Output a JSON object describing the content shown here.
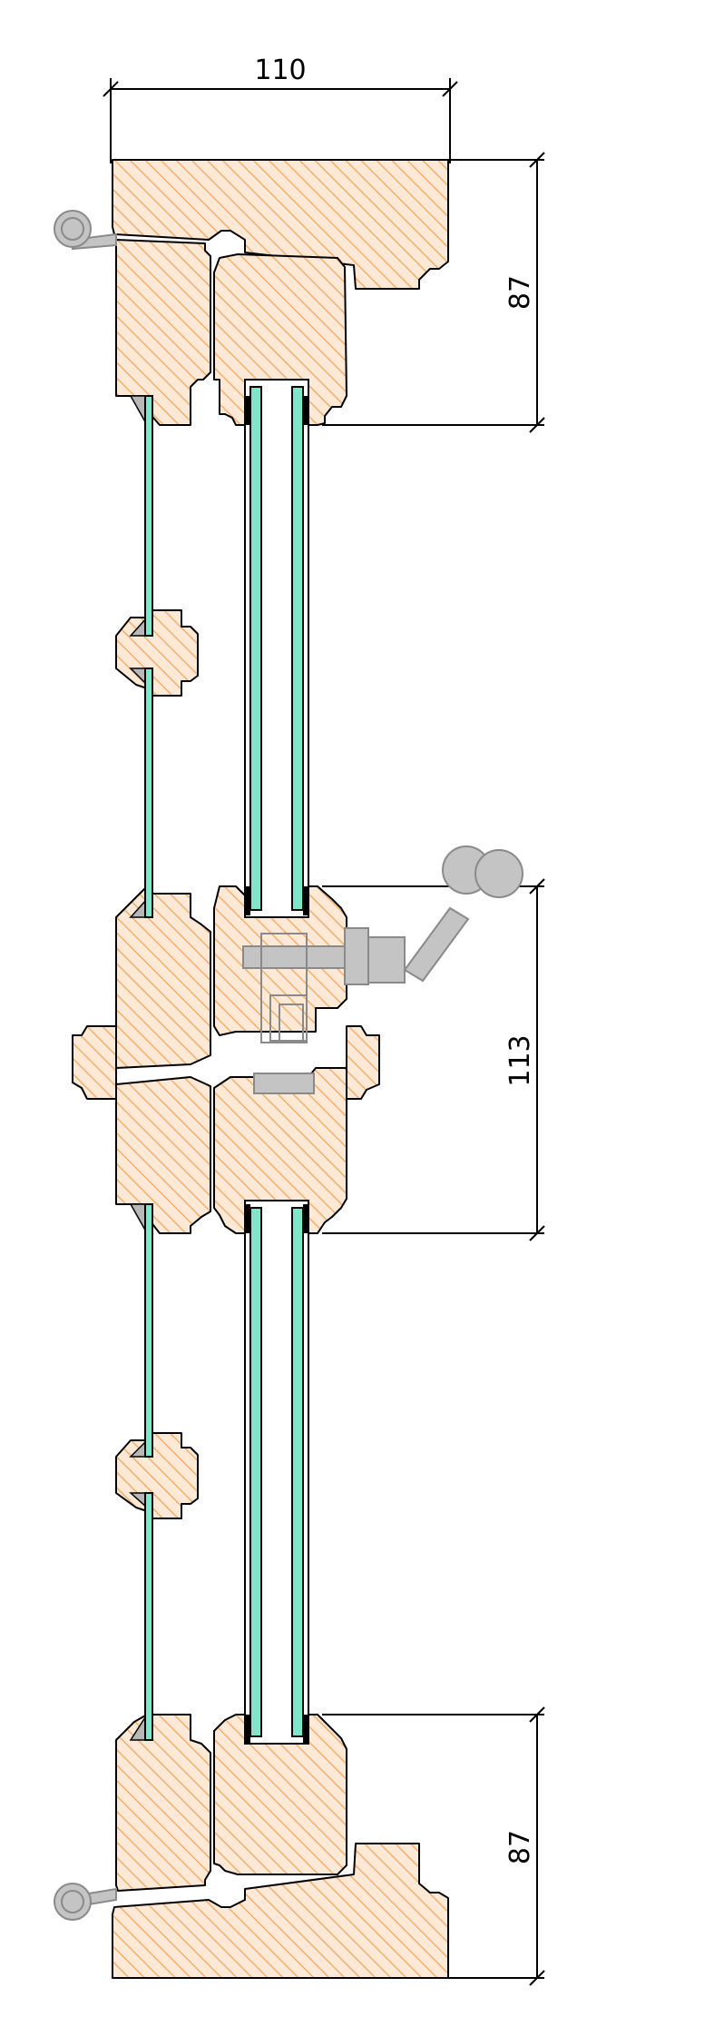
{
  "dimensions": {
    "top_width": "110",
    "top_height": "87",
    "middle_height": "113",
    "bottom_height": "87"
  },
  "colors": {
    "wood_fill": "#fde9d6",
    "wood_hatch": "#f2a55a",
    "glass": "#7fe6c9",
    "hardware": "#c4c4c4",
    "outline": "#000000"
  }
}
